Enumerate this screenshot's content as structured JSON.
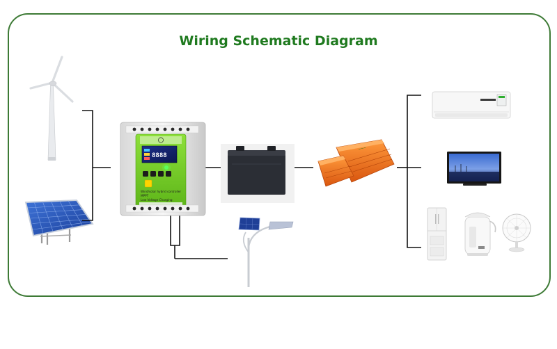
{
  "title": "Wiring Schematic Diagram",
  "controller": {
    "display_digits": "8888",
    "line1": "Wind/solar hybrid controller",
    "line2": "MPPT",
    "line3": "Low Voltage Charging"
  },
  "colors": {
    "frame": "#3d7a35",
    "title": "#1f7a1f",
    "wire": "#111111",
    "controller_face": "#7ed321",
    "inverter": "#f07a1c"
  },
  "icons": [
    "wind-turbine-icon",
    "solar-panel-icon",
    "charge-controller-icon",
    "battery-icon",
    "inverter-icon",
    "street-light-icon",
    "air-conditioner-icon",
    "tv-icon",
    "refrigerator-icon",
    "kettle-icon",
    "fan-icon"
  ]
}
